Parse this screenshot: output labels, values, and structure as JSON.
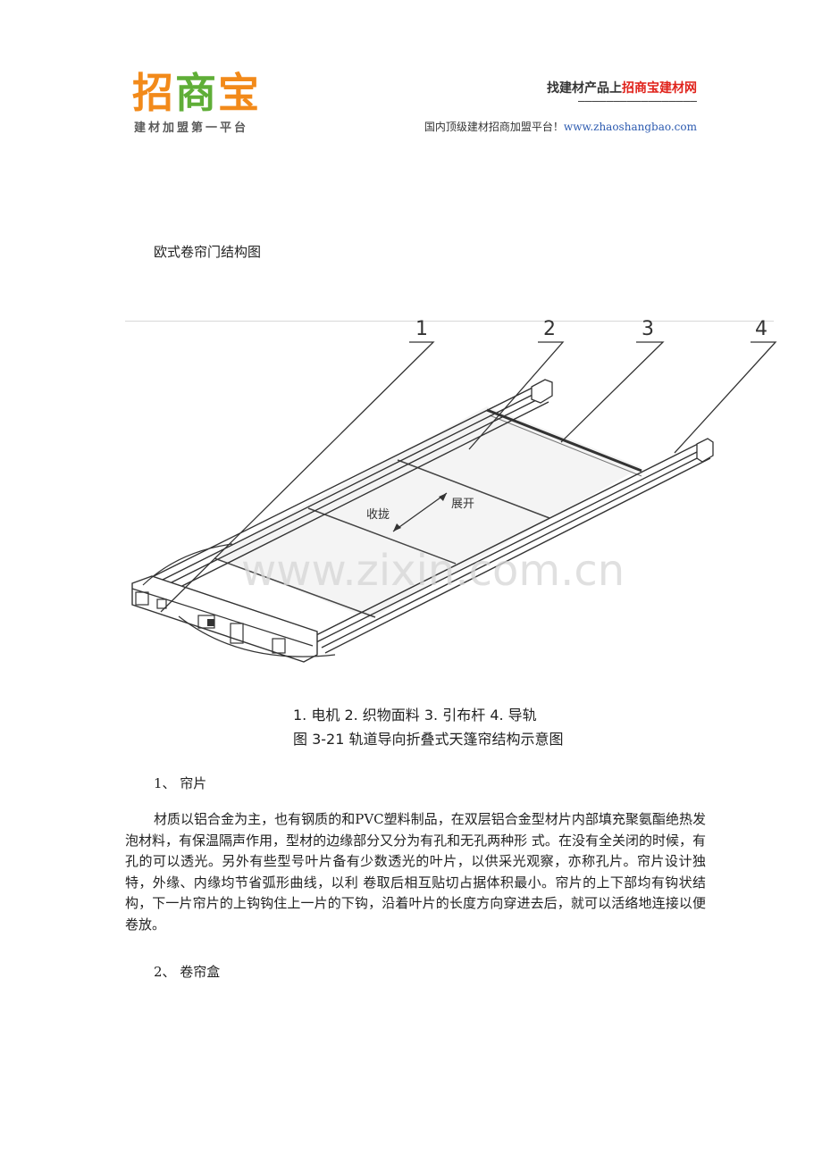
{
  "header": {
    "logo": {
      "main": "招商宝",
      "subtitle": "建材加盟第一平台"
    },
    "tagline_prefix": "找建材产品上",
    "tagline_highlight": "招商宝建材网",
    "divider": "—————————————————",
    "subline_text": "国内顶级建材招商加盟平台！",
    "subline_url": "www.zhaoshangbao.com"
  },
  "article": {
    "heading": "欧式卷帘门结构图",
    "figure": {
      "callouts": [
        "1",
        "2",
        "3",
        "4"
      ],
      "arrow_left": "收拢",
      "arrow_right": "展开",
      "watermark": "www.zixin.com.cn",
      "caption_line1": "1. 电机    2. 织物面料    3. 引布杆    4. 导轨",
      "caption_line2": "图 3-21  轨道导向折叠式天篷帘结构示意图"
    },
    "section1_title": "1、  帘片",
    "section1_body": "材质以铝合金为主，也有钢质的和PVC塑料制品，在双层铝合金型材片内部填充聚氨酯绝热发泡材料，有保温隔声作用，型材的边缘部分又分为有孔和无孔两种形 式。在没有全关闭的时候，有孔的可以透光。另外有些型号叶片备有少数透光的叶片，以供采光观察，亦称孔片。帘片设计独特，外缘、内缘均节省弧形曲线，以利 卷取后相互贴切占据体积最小。帘片的上下部均有钩状结构，下一片帘片的上钩钩住上一片的下钩，沿着叶片的长度方向穿进去后，就可以活络地连接以便卷放。",
    "section2_title": "2、  卷帘盒"
  }
}
